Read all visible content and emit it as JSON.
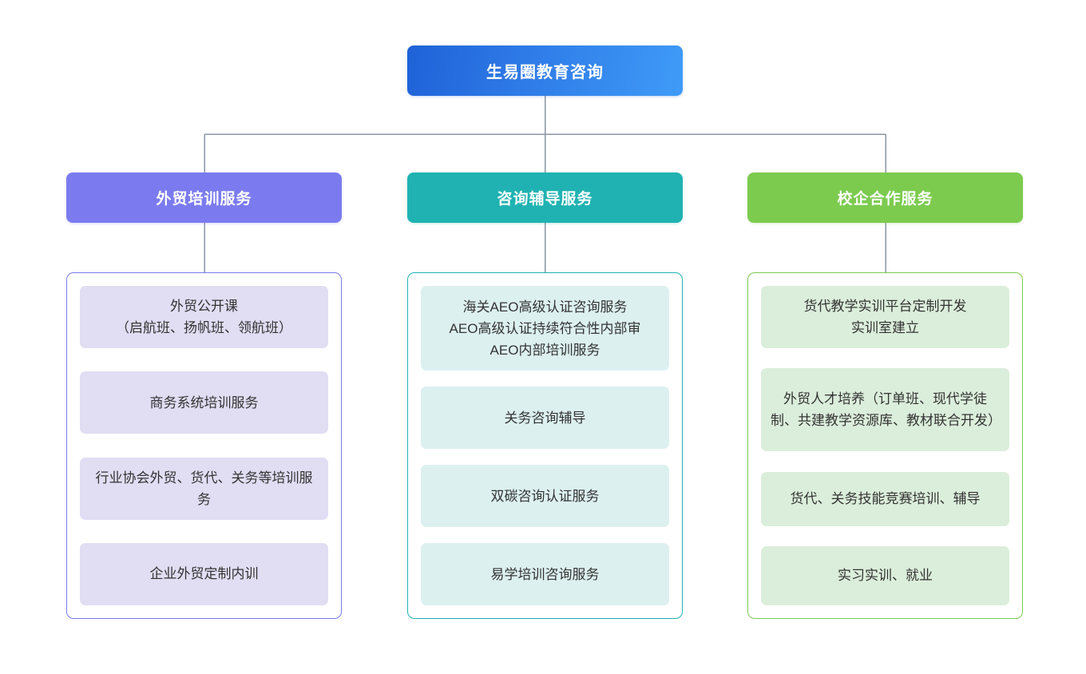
{
  "diagram": {
    "title": "生易圈教育咨询",
    "line_color": "#8a95a5",
    "root": {
      "label": "生易圈教育咨询",
      "color_from": "#1f62d8",
      "color_to": "#3f9bf7"
    },
    "branches": [
      {
        "label": "外贸培训服务",
        "color": "#7b7bef",
        "card_color": "#e1ddf3",
        "items": [
          "外贸公开课\n（启航班、扬帆班、领航班）",
          "商务系统培训服务",
          "行业协会外贸、货代、关务等培训服务",
          "企业外贸定制内训"
        ]
      },
      {
        "label": "咨询辅导服务",
        "color": "#20b2b2",
        "card_color": "#ddf0f0",
        "items": [
          "海关AEO高级认证咨询服务\nAEO高级认证持续符合性内部审\nAEO内部培训服务",
          "关务咨询辅导",
          "双碳咨询认证服务",
          "易学培训咨询服务"
        ]
      },
      {
        "label": "校企合作服务",
        "color": "#7ccb4f",
        "card_color": "#dbeedb",
        "items": [
          "货代教学实训平台定制开发\n实训室建立",
          "外贸人才培养（订单班、现代学徒制、共建教学资源库、教材联合开发）",
          "货代、关务技能竞赛培训、辅导",
          "实习实训、就业"
        ]
      }
    ]
  }
}
